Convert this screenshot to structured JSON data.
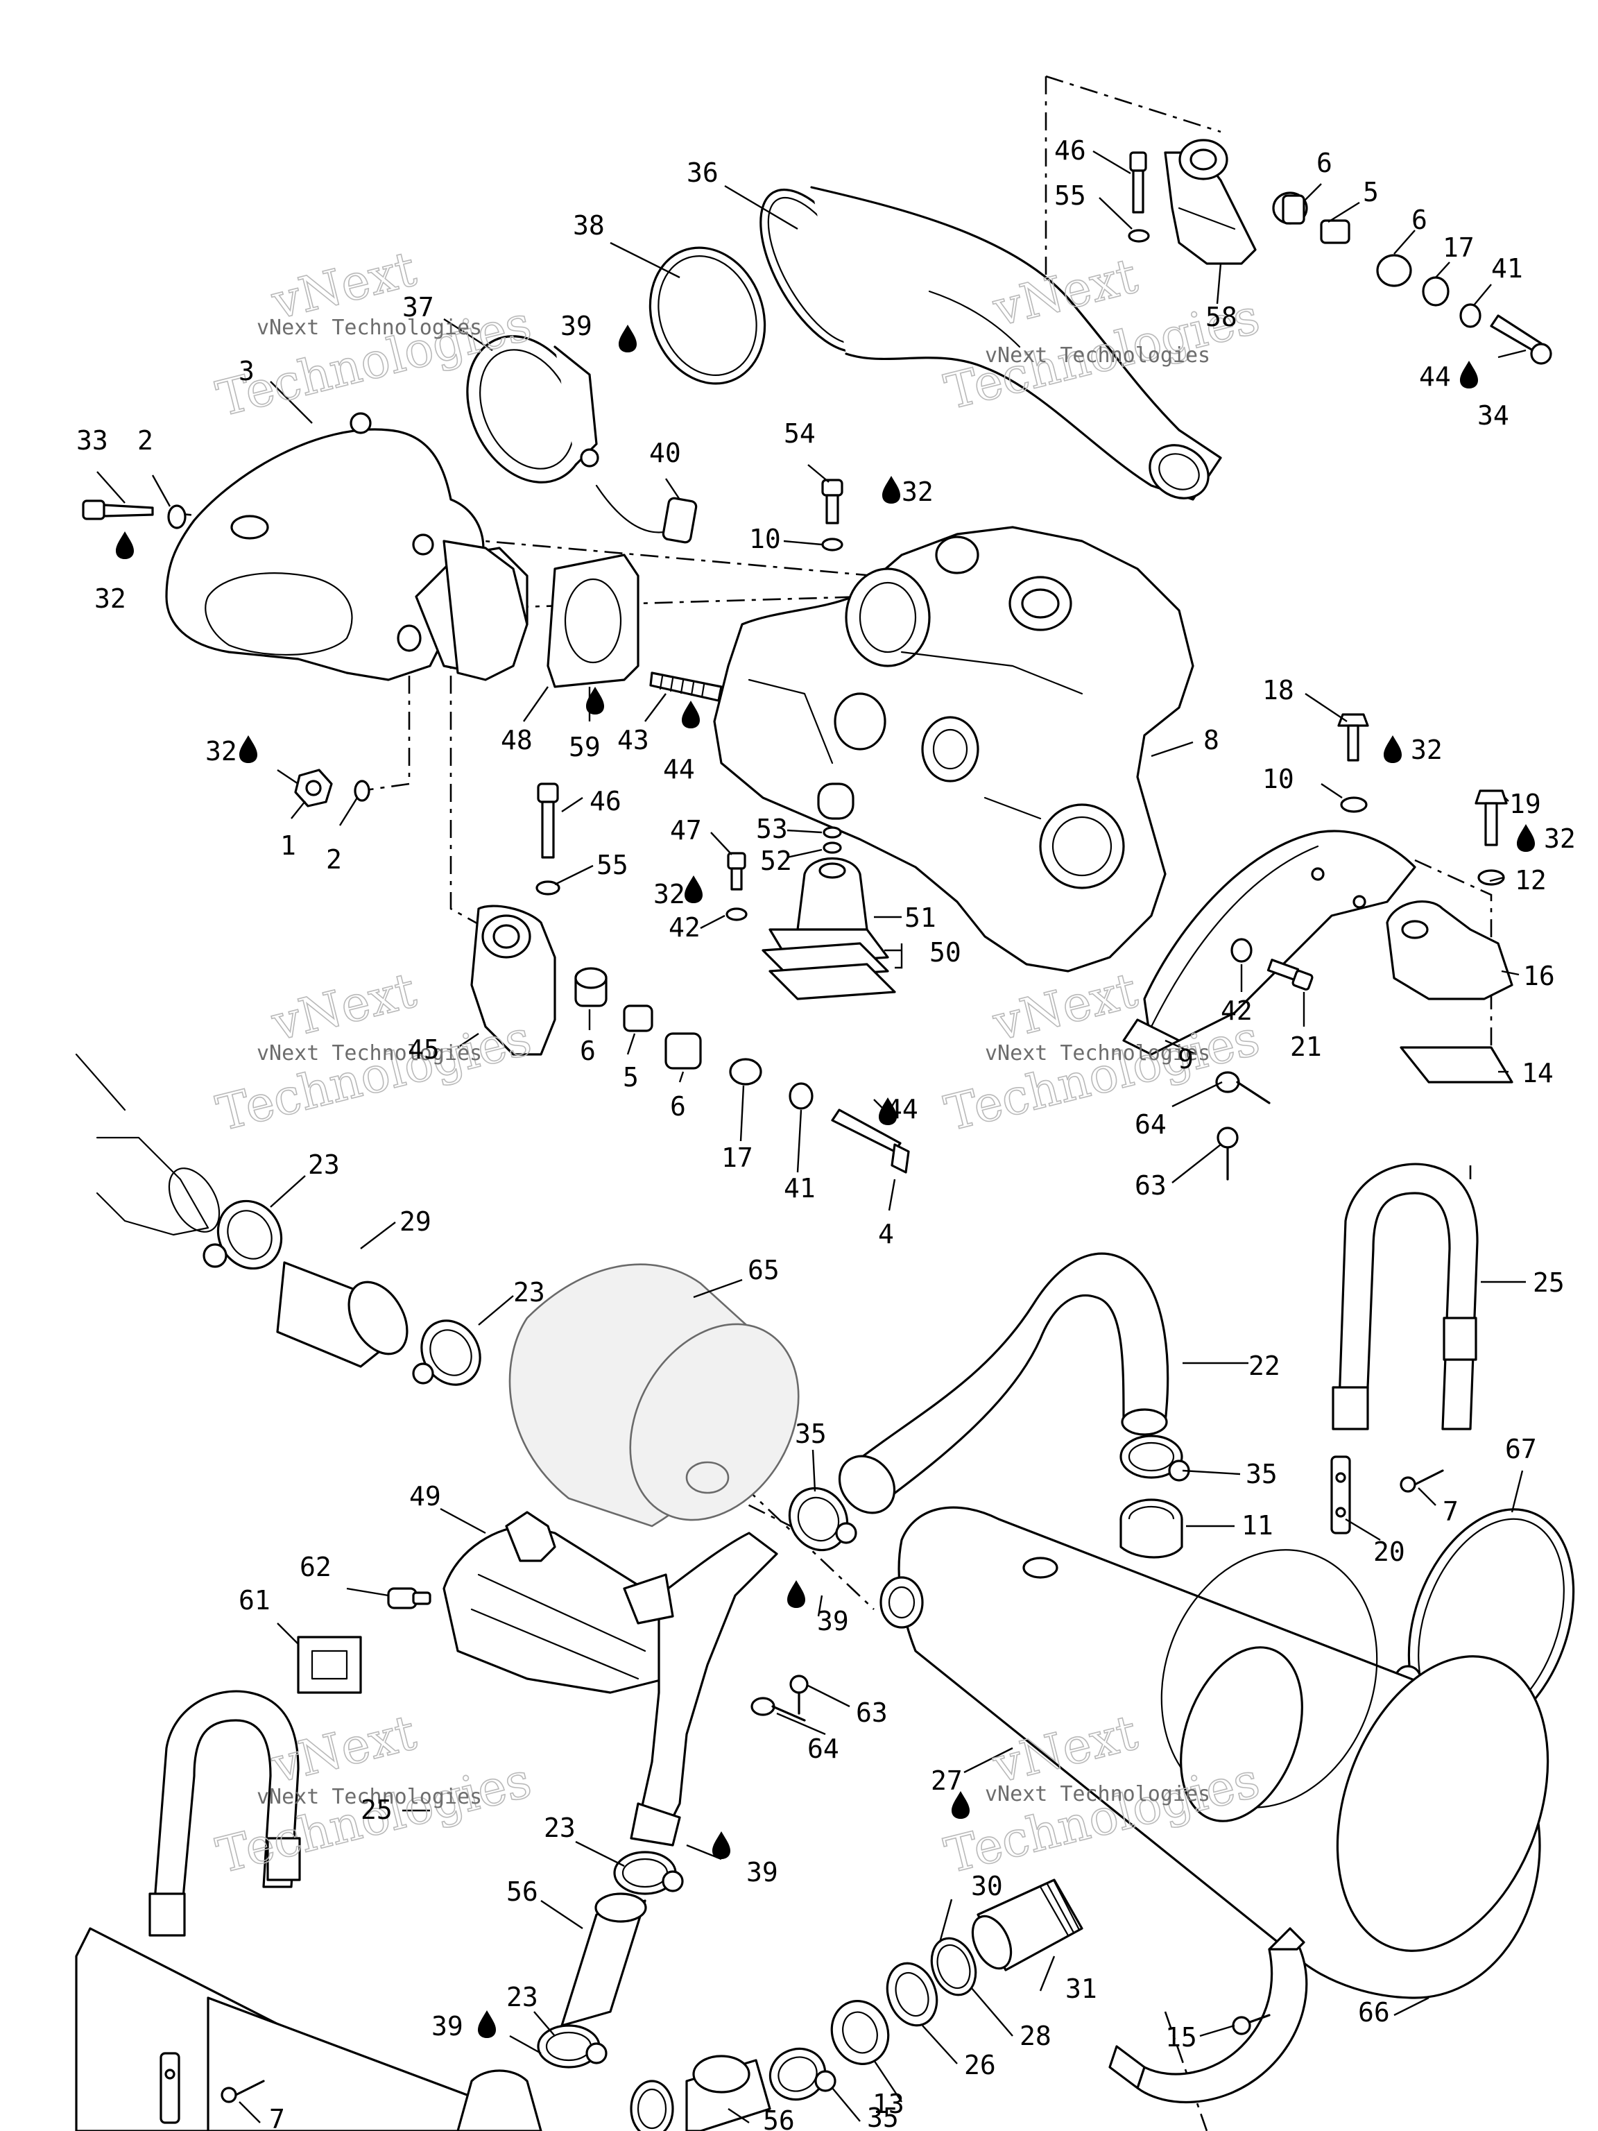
{
  "watermark": {
    "big": "vNext",
    "big2": "Technologies",
    "small": "vNext Technologies"
  },
  "callouts": [
    {
      "id": "c1",
      "text": "46"
    },
    {
      "id": "c2",
      "text": "6"
    },
    {
      "id": "c3",
      "text": "55"
    },
    {
      "id": "c4",
      "text": "5"
    },
    {
      "id": "c5",
      "text": "6"
    },
    {
      "id": "c6",
      "text": "17"
    },
    {
      "id": "c7",
      "text": "41"
    },
    {
      "id": "c8",
      "text": "36"
    },
    {
      "id": "c9",
      "text": "38"
    },
    {
      "id": "c10",
      "text": "58"
    },
    {
      "id": "c11",
      "text": "37"
    },
    {
      "id": "c12",
      "text": "39"
    },
    {
      "id": "c13",
      "text": "44"
    },
    {
      "id": "c14",
      "text": "34"
    },
    {
      "id": "c15",
      "text": "3"
    },
    {
      "id": "c16",
      "text": "40"
    },
    {
      "id": "c17",
      "text": "54"
    },
    {
      "id": "c18",
      "text": "32"
    },
    {
      "id": "c19",
      "text": "33"
    },
    {
      "id": "c20",
      "text": "2"
    },
    {
      "id": "c21",
      "text": "10"
    },
    {
      "id": "c22",
      "text": "32"
    },
    {
      "id": "c23",
      "text": "8"
    },
    {
      "id": "c24",
      "text": "48"
    },
    {
      "id": "c25",
      "text": "59"
    },
    {
      "id": "c26",
      "text": "43"
    },
    {
      "id": "c27",
      "text": "44"
    },
    {
      "id": "c28",
      "text": "18"
    },
    {
      "id": "c29",
      "text": "32"
    },
    {
      "id": "c30",
      "text": "32"
    },
    {
      "id": "c31",
      "text": "1"
    },
    {
      "id": "c32",
      "text": "2"
    },
    {
      "id": "c33",
      "text": "46"
    },
    {
      "id": "c34",
      "text": "10"
    },
    {
      "id": "c35",
      "text": "19"
    },
    {
      "id": "c36",
      "text": "32"
    },
    {
      "id": "c37",
      "text": "55"
    },
    {
      "id": "c38",
      "text": "47"
    },
    {
      "id": "c39",
      "text": "53"
    },
    {
      "id": "c40",
      "text": "52"
    },
    {
      "id": "c41",
      "text": "32"
    },
    {
      "id": "c42",
      "text": "12"
    },
    {
      "id": "c43",
      "text": "42"
    },
    {
      "id": "c44",
      "text": "51"
    },
    {
      "id": "c45",
      "text": "50"
    },
    {
      "id": "c46",
      "text": "16"
    },
    {
      "id": "c47",
      "text": "45"
    },
    {
      "id": "c48",
      "text": "6"
    },
    {
      "id": "c49",
      "text": "5"
    },
    {
      "id": "c50",
      "text": "6"
    },
    {
      "id": "c51",
      "text": "42"
    },
    {
      "id": "c52",
      "text": "21"
    },
    {
      "id": "c53",
      "text": "9"
    },
    {
      "id": "c54",
      "text": "14"
    },
    {
      "id": "c55",
      "text": "44"
    },
    {
      "id": "c56",
      "text": "17"
    },
    {
      "id": "c57",
      "text": "41"
    },
    {
      "id": "c58",
      "text": "4"
    },
    {
      "id": "c59",
      "text": "64"
    },
    {
      "id": "c60",
      "text": "63"
    },
    {
      "id": "c61",
      "text": "23"
    },
    {
      "id": "c62",
      "text": "29"
    },
    {
      "id": "c63",
      "text": "23"
    },
    {
      "id": "c64",
      "text": "65"
    },
    {
      "id": "c65",
      "text": "25"
    },
    {
      "id": "c66",
      "text": "22"
    },
    {
      "id": "c67",
      "text": "35"
    },
    {
      "id": "c68",
      "text": "35"
    },
    {
      "id": "c69",
      "text": "67"
    },
    {
      "id": "c70",
      "text": "49"
    },
    {
      "id": "c71",
      "text": "11"
    },
    {
      "id": "c72",
      "text": "7"
    },
    {
      "id": "c73",
      "text": "20"
    },
    {
      "id": "c74",
      "text": "62"
    },
    {
      "id": "c75",
      "text": "61"
    },
    {
      "id": "c76",
      "text": "39"
    },
    {
      "id": "c77",
      "text": "63"
    },
    {
      "id": "c78",
      "text": "64"
    },
    {
      "id": "c79",
      "text": "27"
    },
    {
      "id": "c80",
      "text": "25"
    },
    {
      "id": "c81",
      "text": "23"
    },
    {
      "id": "c82",
      "text": "39"
    },
    {
      "id": "c83",
      "text": "56"
    },
    {
      "id": "c84",
      "text": "30"
    },
    {
      "id": "c85",
      "text": "31"
    },
    {
      "id": "c86",
      "text": "23"
    },
    {
      "id": "c87",
      "text": "28"
    },
    {
      "id": "c88",
      "text": "39"
    },
    {
      "id": "c89",
      "text": "26"
    },
    {
      "id": "c90",
      "text": "13"
    },
    {
      "id": "c91",
      "text": "15"
    },
    {
      "id": "c92",
      "text": "66"
    },
    {
      "id": "c93",
      "text": "7"
    },
    {
      "id": "c94",
      "text": "35"
    },
    {
      "id": "c95",
      "text": "56"
    }
  ]
}
